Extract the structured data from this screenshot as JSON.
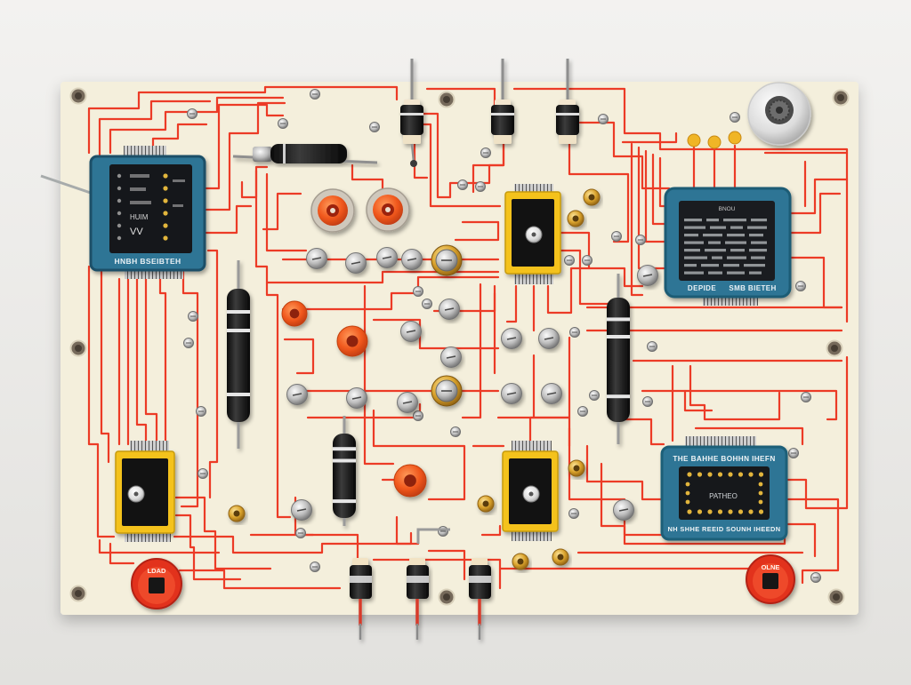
{
  "colors": {
    "background": "#ebe9e6",
    "board": "#f4efdc",
    "trace": "#ec3b26",
    "module_blue": "#2d7595",
    "ic_yellow": "#f4c21c",
    "connector_red": "#e2321d"
  },
  "modules": {
    "top_left": {
      "screen_lines": [
        "HUIM",
        "VV"
      ],
      "label": "HNBH BSEIBTEH"
    },
    "top_right": {
      "screen_title": "BNOU",
      "label_left": "DEPIDE",
      "label_right": "SMB BIETEH"
    },
    "bottom_right": {
      "top_label": "THE BAHHE BOHHN IHEFN",
      "screen_text": "PATHEO",
      "bottom_label": "NH SHHE REEID SOUNH IHEEDN"
    }
  },
  "connectors": {
    "left_label": "LDAD",
    "right_label": "OLNE"
  }
}
